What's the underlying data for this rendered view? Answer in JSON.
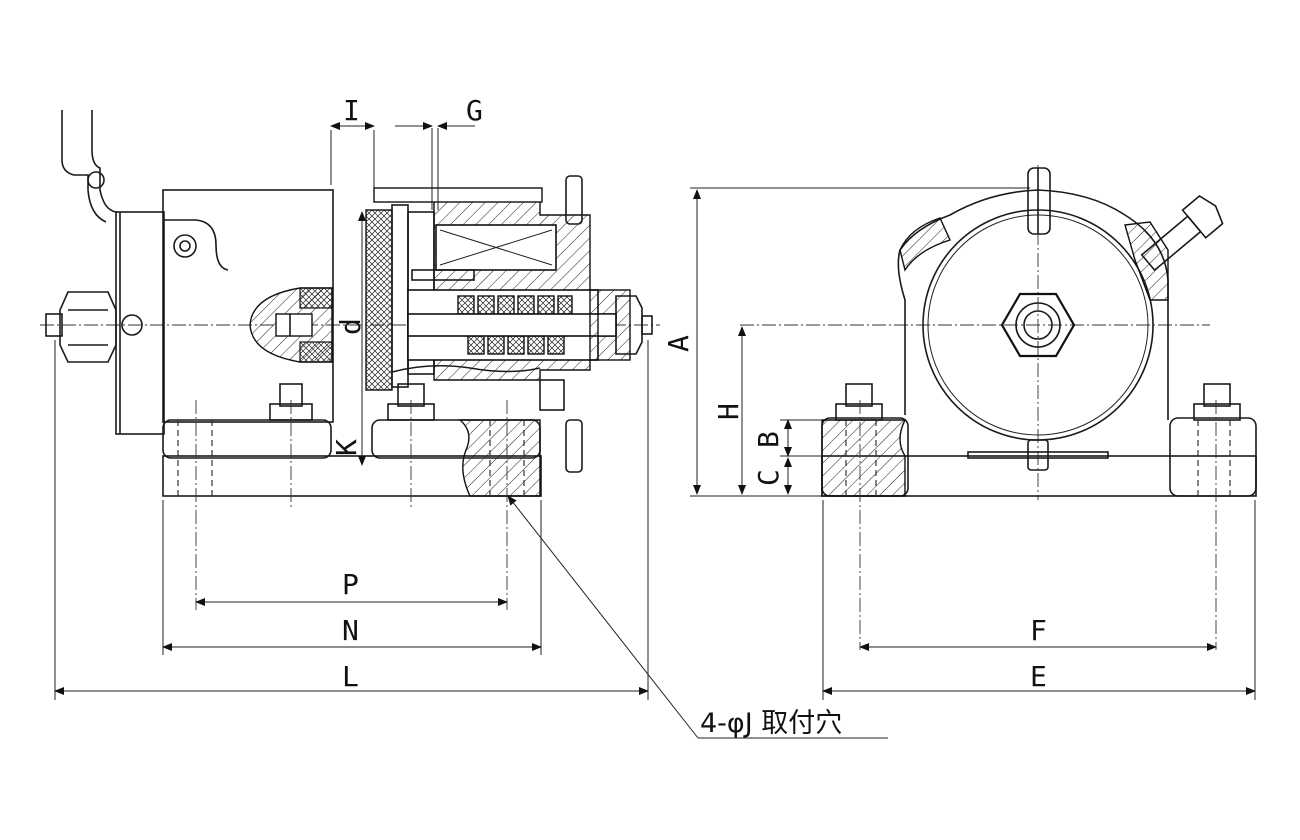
{
  "labels": {
    "I": "I",
    "G": "G",
    "d": "d",
    "K": "K",
    "A": "A",
    "H": "H",
    "B": "B",
    "C": "C",
    "P": "P",
    "N": "N",
    "L": "L",
    "F": "F",
    "E": "E"
  },
  "note": "4-φJ 取付穴",
  "colors": {
    "line": "#1a1a1a",
    "background": "#ffffff"
  }
}
